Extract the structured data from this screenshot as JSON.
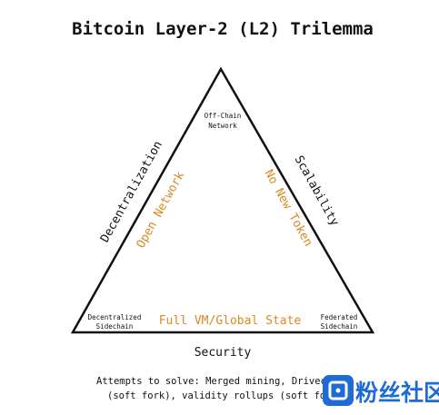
{
  "title": "Bitcoin Layer-2 (L2) Trilemma",
  "axes": {
    "left": "Decentralization",
    "right": "Scalability",
    "bottom": "Security"
  },
  "inner_labels": {
    "left": "Open Network",
    "right": "No New Token",
    "bottom": "Full VM/Global State"
  },
  "vertices": {
    "top": [
      "Off-Chain",
      "Network"
    ],
    "bottom_left": [
      "Decentralized",
      "Sidechain"
    ],
    "bottom_right": [
      "Federated",
      "Sidechain"
    ]
  },
  "caption": [
    "Attempts to solve: Merged mining, Drivech",
    "(soft fork), validity rollups (soft fo"
  ],
  "watermark": {
    "text": "粉丝社区",
    "color": "#1c6bd6"
  }
}
